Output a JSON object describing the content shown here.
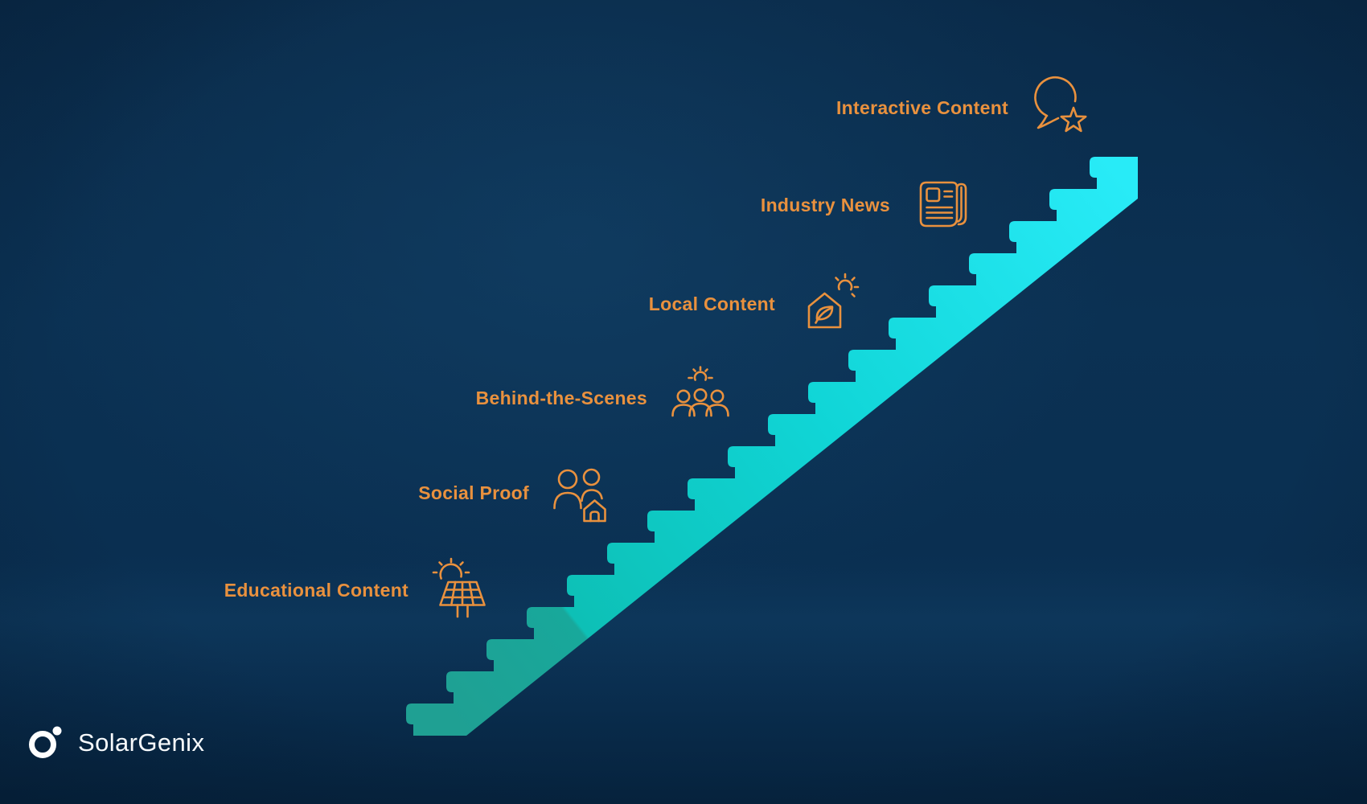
{
  "title": "Solar content strategy staircase infographic",
  "accent": {
    "label_color": "#E9913E"
  },
  "background": {
    "base_navy": "#0A2F50"
  },
  "brand": {
    "name": "SolarGenix",
    "logo_color": "#FFFFFF"
  },
  "stairs": {
    "step_count": 18,
    "color_bottom": "#1FA093",
    "color_top": "#28EBF7",
    "geometry": {
      "yTop": 195,
      "rise": 40,
      "run": 50,
      "lip0": 1355,
      "nubW": 9,
      "nubH": 26,
      "cornerR": 7,
      "xRight": 1415,
      "yRightBot": 247,
      "ground": 915,
      "diagX": 580
    }
  },
  "labels": [
    {
      "label": "Interactive Content",
      "icon": "chat-star"
    },
    {
      "label": "Industry News",
      "icon": "newspaper"
    },
    {
      "label": "Local Content",
      "icon": "eco-house-sun"
    },
    {
      "label": "Behind-the-Scenes",
      "icon": "team-sun"
    },
    {
      "label": "Social Proof",
      "icon": "people-house"
    },
    {
      "label": "Educational Content",
      "icon": "solar-panel-sun"
    }
  ]
}
